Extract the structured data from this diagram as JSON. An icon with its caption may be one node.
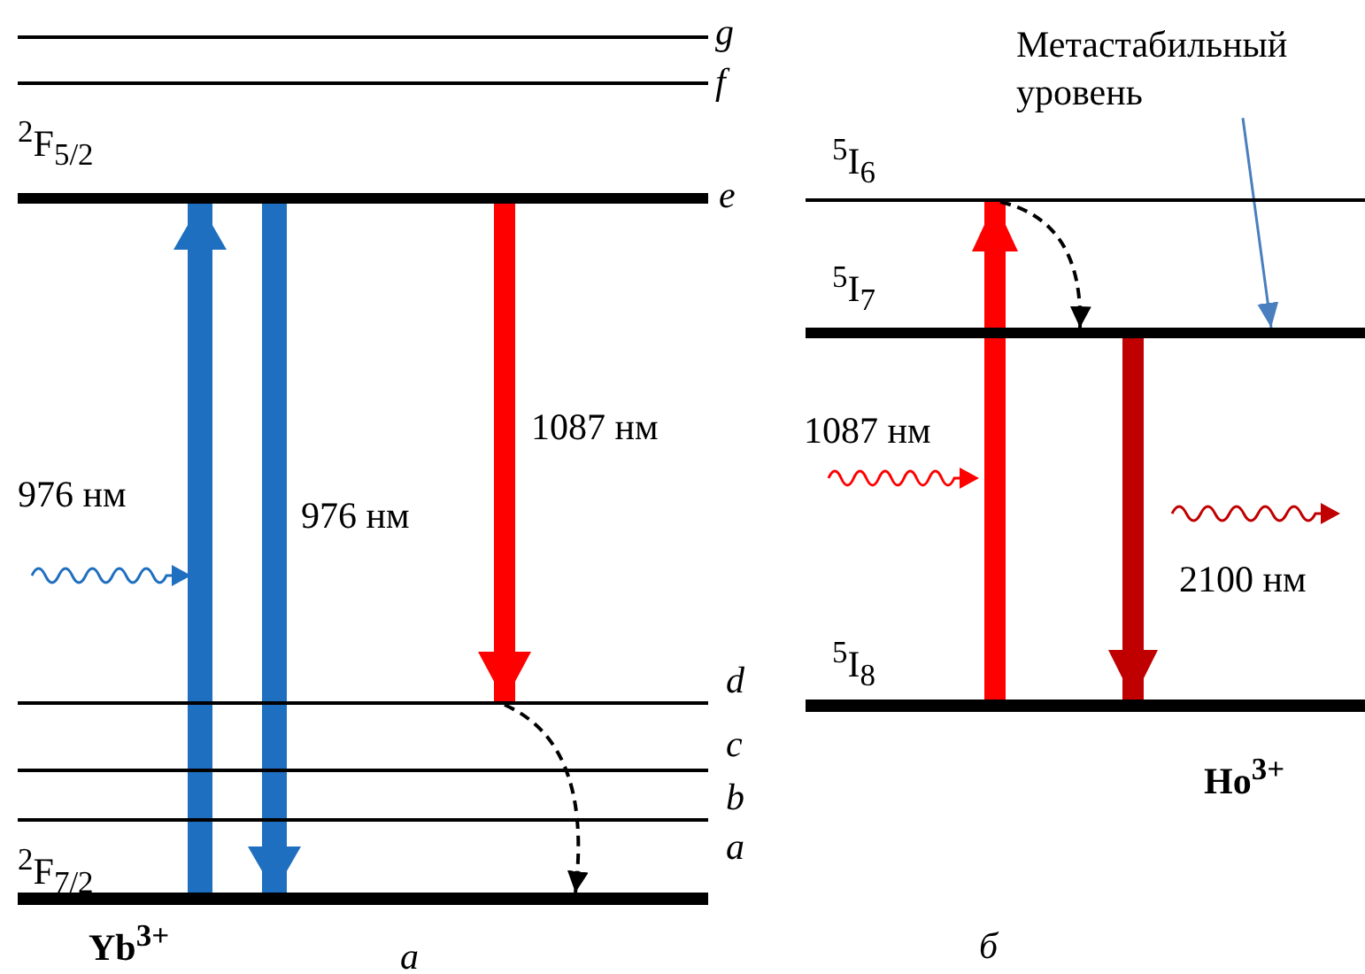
{
  "diagram": {
    "nodes": [
      {
        "text": [],
        "shape": "bar",
        "beside": [
          "g"
        ]
      },
      {
        "text": [],
        "shape": "bar",
        "beside": [
          "f"
        ]
      },
      {
        "text": [],
        "shape": "bar",
        "beside": [
          "$^{2}$F$_{5/2}$",
          "e"
        ]
      },
      {
        "text": [],
        "shape": "bar",
        "beside": [
          "d"
        ]
      },
      {
        "text": [],
        "shape": "bar",
        "beside": [
          "c"
        ]
      },
      {
        "text": [],
        "shape": "bar",
        "beside": [
          "b"
        ]
      },
      {
        "text": [],
        "shape": "bar",
        "beside": [
          "$^{2}$F$_{7/2}$",
          "a"
        ]
      },
      {
        "text": [
          "Метастабильный уровень"
        ]
      },
      {
        "text": [],
        "shape": "bar",
        "beside": [
          "$^{5}$I$_{6}$"
        ]
      },
      {
        "text": [],
        "shape": "bar",
        "beside": [
          "$^{5}$I$_{7}$"
        ]
      },
      {
        "text": [],
        "shape": "bar",
        "beside": [
          "$^{5}$I$_{8}$"
        ]
      }
    ],
    "edges": [
      {
        "from": 6,
        "to": 2,
        "arrow": "to",
        "color": "#1f6fc0",
        "label": "976 нм"
      },
      {
        "from": 2,
        "to": 6,
        "arrow": "to",
        "color": "#1f6fc0",
        "label": "976 нм"
      },
      {
        "from": 2,
        "to": 3,
        "arrow": "to",
        "color": "#ff0000",
        "label": "1087 нм"
      },
      {
        "from": 3,
        "to": 6,
        "arrow": "to",
        "style": "dashed",
        "color": "#000000"
      },
      {
        "from": 10,
        "to": 8,
        "arrow": "to",
        "color": "#ff0000",
        "label": "1087 нм"
      },
      {
        "from": 8,
        "to": 9,
        "arrow": "to",
        "style": "dashed",
        "color": "#000000"
      },
      {
        "from": 9,
        "to": 10,
        "arrow": "to",
        "color": "#c00000",
        "label": "2100 нм"
      },
      {
        "from": 7,
        "to": 9,
        "arrow": "to",
        "color": "#4a7ebf"
      }
    ],
    "labels": [
      "Ho$^{3+}$",
      "Yb$^{3+}$",
      "а",
      "б"
    ]
  }
}
